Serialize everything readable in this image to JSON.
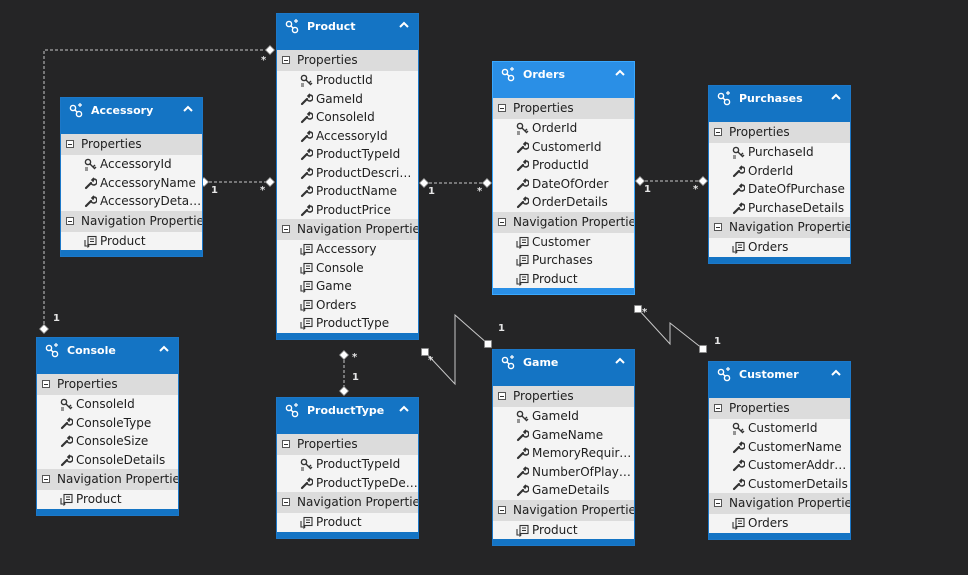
{
  "sections": {
    "properties": "Properties",
    "navigation": "Navigation Properties"
  },
  "entities": [
    {
      "id": "product",
      "title": "Product",
      "selected": false,
      "properties": [
        {
          "name": "ProductId",
          "key": true
        },
        {
          "name": "GameId",
          "key": false
        },
        {
          "name": "ConsoleId",
          "key": false
        },
        {
          "name": "AccessoryId",
          "key": false
        },
        {
          "name": "ProductTypeId",
          "key": false
        },
        {
          "name": "ProductDescripti...",
          "key": false
        },
        {
          "name": "ProductName",
          "key": false
        },
        {
          "name": "ProductPrice",
          "key": false
        }
      ],
      "navigation": [
        "Accessory",
        "Console",
        "Game",
        "Orders",
        "ProductType"
      ]
    },
    {
      "id": "orders",
      "title": "Orders",
      "selected": true,
      "properties": [
        {
          "name": "OrderId",
          "key": true
        },
        {
          "name": "CustomerId",
          "key": false
        },
        {
          "name": "ProductId",
          "key": false
        },
        {
          "name": "DateOfOrder",
          "key": false
        },
        {
          "name": "OrderDetails",
          "key": false
        }
      ],
      "navigation": [
        "Customer",
        "Purchases",
        "Product"
      ]
    },
    {
      "id": "purchases",
      "title": "Purchases",
      "selected": false,
      "properties": [
        {
          "name": "PurchaseId",
          "key": true
        },
        {
          "name": "OrderId",
          "key": false
        },
        {
          "name": "DateOfPurchase",
          "key": false
        },
        {
          "name": "PurchaseDetails",
          "key": false
        }
      ],
      "navigation": [
        "Orders"
      ]
    },
    {
      "id": "accessory",
      "title": "Accessory",
      "selected": false,
      "properties": [
        {
          "name": "AccessoryId",
          "key": true
        },
        {
          "name": "AccessoryName",
          "key": false
        },
        {
          "name": "AccessoryDetails",
          "key": false
        }
      ],
      "navigation": [
        "Product"
      ]
    },
    {
      "id": "console",
      "title": "Console",
      "selected": false,
      "properties": [
        {
          "name": "ConsoleId",
          "key": true
        },
        {
          "name": "ConsoleType",
          "key": false
        },
        {
          "name": "ConsoleSize",
          "key": false
        },
        {
          "name": "ConsoleDetails",
          "key": false
        }
      ],
      "navigation": [
        "Product"
      ]
    },
    {
      "id": "producttype",
      "title": "ProductType",
      "selected": false,
      "properties": [
        {
          "name": "ProductTypeId",
          "key": true
        },
        {
          "name": "ProductTypeDes...",
          "key": false
        }
      ],
      "navigation": [
        "Product"
      ]
    },
    {
      "id": "game",
      "title": "Game",
      "selected": false,
      "properties": [
        {
          "name": "GameId",
          "key": true
        },
        {
          "name": "GameName",
          "key": false
        },
        {
          "name": "MemoryRequired",
          "key": false
        },
        {
          "name": "NumberOfPlayers",
          "key": false
        },
        {
          "name": "GameDetails",
          "key": false
        }
      ],
      "navigation": [
        "Product"
      ]
    },
    {
      "id": "customer",
      "title": "Customer",
      "selected": false,
      "properties": [
        {
          "name": "CustomerId",
          "key": true
        },
        {
          "name": "CustomerName",
          "key": false
        },
        {
          "name": "CustomerAddress",
          "key": false
        },
        {
          "name": "CustomerDetails",
          "key": false
        }
      ],
      "navigation": [
        "Orders"
      ]
    }
  ],
  "associations": [
    {
      "id": "accessory-product",
      "from": "accessory",
      "to": "product",
      "from_mult": "1",
      "to_mult": "*"
    },
    {
      "id": "product-orders",
      "from": "product",
      "to": "orders",
      "from_mult": "1",
      "to_mult": "*"
    },
    {
      "id": "orders-purchases",
      "from": "orders",
      "to": "purchases",
      "from_mult": "1",
      "to_mult": "*"
    },
    {
      "id": "console-product",
      "from": "console",
      "to": "product",
      "from_mult": "1",
      "to_mult": "*"
    },
    {
      "id": "producttype-product",
      "from": "producttype",
      "to": "product",
      "from_mult": "1",
      "to_mult": "*"
    },
    {
      "id": "game-product",
      "from": "game",
      "to": "product",
      "from_mult": "1",
      "to_mult": "*"
    },
    {
      "id": "customer-orders",
      "from": "customer",
      "to": "orders",
      "from_mult": "1",
      "to_mult": "*"
    }
  ],
  "colors": {
    "background": "#252526",
    "entity": "#1474c4",
    "entity_selected": "#2a8fe6",
    "link": "#c8c8c8"
  }
}
